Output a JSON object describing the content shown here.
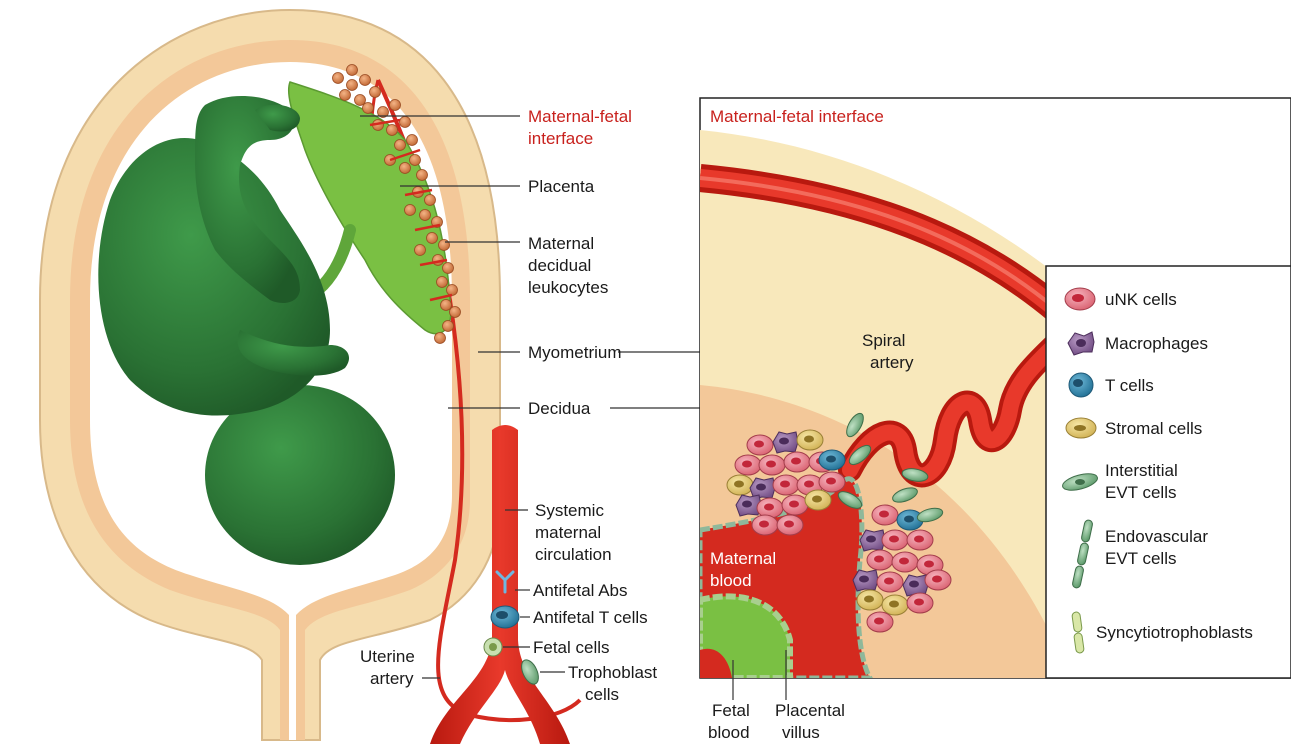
{
  "colors": {
    "uterus_wall": "#f5d9a8",
    "decidua": "#f4c99a",
    "fetus": "#2e7d3a",
    "placenta": "#7ac043",
    "artery": "#d42a1f",
    "accent_red": "#c8211d",
    "leukocyte": "#d9824a"
  },
  "left": {
    "maternal_fetal_interface": [
      "Maternal-fetal",
      "interface"
    ],
    "placenta": "Placenta",
    "maternal_decidual_leukocytes": [
      "Maternal",
      "decidual",
      "leukocytes"
    ],
    "myometrium": "Myometrium",
    "decidua": "Decidua",
    "systemic_maternal_circulation": [
      "Systemic",
      "maternal",
      "circulation"
    ],
    "antifetal_abs": "Antifetal Abs",
    "antifetal_t_cells": "Antifetal T cells",
    "fetal_cells": "Fetal cells",
    "trophoblast_cells": [
      "Trophoblast",
      "cells"
    ],
    "uterine_artery": [
      "Uterine",
      "artery"
    ]
  },
  "inset": {
    "title": "Maternal-fetal interface",
    "spiral_artery": [
      "Spiral",
      "artery"
    ],
    "maternal_blood": [
      "Maternal",
      "blood"
    ],
    "fetal_blood": [
      "Fetal",
      "blood"
    ],
    "placental_villus": [
      "Placental",
      "villus"
    ]
  },
  "legend": {
    "items": [
      {
        "label": [
          "uNK cells"
        ],
        "icon": "unk-cell-icon"
      },
      {
        "label": [
          "Macrophages"
        ],
        "icon": "macrophage-icon"
      },
      {
        "label": [
          "T cells"
        ],
        "icon": "t-cell-icon"
      },
      {
        "label": [
          "Stromal cells"
        ],
        "icon": "stromal-cell-icon"
      },
      {
        "label": [
          "Interstitial",
          "EVT cells"
        ],
        "icon": "interstitial-evt-icon"
      },
      {
        "label": [
          "Endovascular",
          "EVT cells"
        ],
        "icon": "endovascular-evt-icon"
      },
      {
        "label": [
          "Syncytiotrophoblasts"
        ],
        "icon": "syncytiotrophoblast-icon"
      }
    ]
  }
}
